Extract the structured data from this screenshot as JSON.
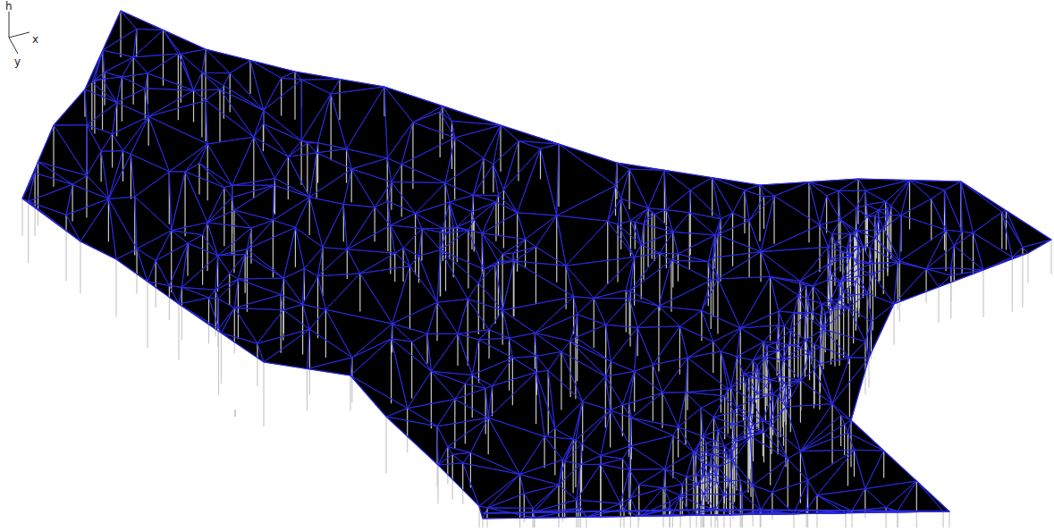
{
  "diagram": {
    "labels": [
      "h",
      "x",
      "y"
    ]
  }
}
